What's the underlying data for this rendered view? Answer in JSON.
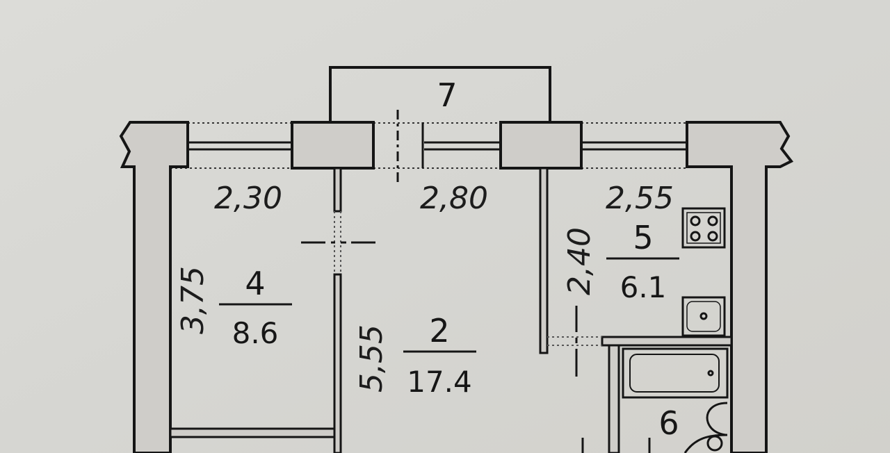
{
  "rooms": {
    "r2": {
      "number": "2",
      "area": "17.4"
    },
    "r4": {
      "number": "4",
      "area": "8.6"
    },
    "r5": {
      "number": "5",
      "area": "6.1"
    },
    "r6": {
      "number": "6"
    },
    "r7": {
      "number": "7"
    }
  },
  "dimensions": {
    "d_230": "2,30",
    "d_280": "2,80",
    "d_255": "2,55",
    "d_375": "3,75",
    "d_555": "5,55",
    "d_240": "2,40"
  },
  "colors": {
    "paper": "#d9d9d5",
    "wall_fill": "#cfcdc9",
    "line": "#151515"
  }
}
